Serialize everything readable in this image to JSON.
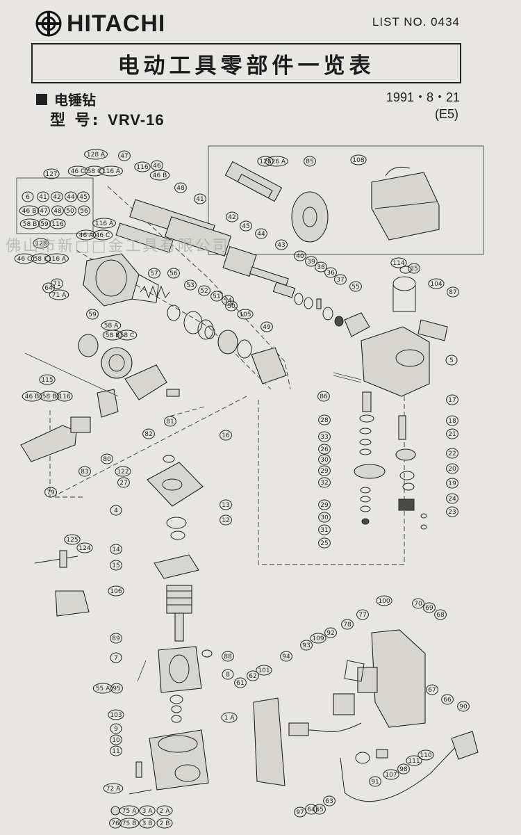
{
  "header": {
    "brand": "HITACHI",
    "list_no": "LIST NO. 0434",
    "title": "电动工具零部件一览表",
    "category": "电锤钻",
    "model_label": "型 号:",
    "model_value": "VRV-16",
    "date": "1991・8・21",
    "edition": "(E5)"
  },
  "watermark": "佛山市新□□金工具有限公司",
  "icons": {
    "logo": "hitachi-logo-icon",
    "bullet": "square-bullet-icon"
  },
  "parts": {
    "p128A": "128 A",
    "p47": "47",
    "p46C": "46 C",
    "p58C": "58 C",
    "p116A": "116 A",
    "p127": "127",
    "p116": "116",
    "p46": "46",
    "p46B": "46 B",
    "p48": "48",
    "p41": "41",
    "p6": "6",
    "p41b": "41",
    "p42": "42",
    "p44": "44",
    "p45": "45",
    "p46Bb": "46 B",
    "p47b": "47",
    "p48b": "48",
    "p50": "50",
    "p56": "56",
    "p58B": "58 B",
    "p59": "59",
    "p116b": "116",
    "p116Ab": "116 A",
    "p46Ab": "46 A",
    "p46Cb": "46 C",
    "p128": "128",
    "p46Cc": "46 C",
    "p58Cb": "58 C",
    "p116Ac": "116 A",
    "p126": "126",
    "p126A": "126 A",
    "p85": "85",
    "p108": "108",
    "p42b": "42",
    "p45b": "45",
    "p44b": "44",
    "p43": "43",
    "p40": "40",
    "p39": "39",
    "p38": "38",
    "p36": "36",
    "p37": "37",
    "p55": "55",
    "p71": "71",
    "p71A": "71 A",
    "p57": "57",
    "p56b": "56",
    "p53": "53",
    "p52": "52",
    "p51": "51",
    "p54": "54",
    "p50b": "50",
    "p105": "105",
    "p49": "49",
    "p114": "114",
    "p35": "35",
    "p104": "104",
    "p87": "87",
    "p5": "5",
    "p64": "64",
    "p59b": "59",
    "p58A": "58 A",
    "p58Bb": "58 B",
    "p58Cc": "58 C",
    "p115": "115",
    "p46Bc": "46 B",
    "p58Bc": "58 B",
    "p116c": "116",
    "p86": "86",
    "p28": "28",
    "p33": "33",
    "p26": "26",
    "p30": "30",
    "p29": "29",
    "p32": "32",
    "p29b": "29",
    "p30b": "30",
    "p31": "31",
    "p25": "25",
    "p17": "17",
    "p18": "18",
    "p21": "21",
    "p22": "22",
    "p20": "20",
    "p19": "19",
    "p24": "24",
    "p23": "23",
    "p82": "82",
    "p81": "81",
    "p80": "80",
    "p83": "83",
    "p79": "79",
    "p122": "122",
    "p16": "16",
    "p27": "27",
    "p4": "4",
    "p13": "13",
    "p12": "12",
    "p14": "14",
    "p15": "15",
    "p106": "106",
    "p125": "125",
    "p124": "124",
    "p89": "89",
    "p7": "7",
    "p88": "88",
    "p55A": "55 A",
    "p95": "95",
    "p8": "8",
    "p103": "103",
    "p9": "9",
    "p10": "10",
    "p11": "11",
    "p1A": "1 A",
    "p72A": "72 A",
    "p75A": "75 A",
    "p75B": "75 B",
    "p3A": "3 A",
    "p3B": "3 B",
    "p2A": "2 A",
    "p2B": "2 B",
    "p76": "76",
    "p61": "61",
    "p62": "62",
    "p101": "101",
    "p94": "94",
    "p93": "93",
    "p109": "109",
    "p92": "92",
    "p78": "78",
    "p77": "77",
    "p100": "100",
    "p70": "70",
    "p69": "69",
    "p68": "68",
    "p67": "67",
    "p66": "66",
    "p90": "90",
    "p110": "110",
    "p111": "111",
    "p98": "98",
    "p107": "107",
    "p91": "91",
    "p97": "97",
    "p64b": "64",
    "p63": "63",
    "p65": "65"
  }
}
